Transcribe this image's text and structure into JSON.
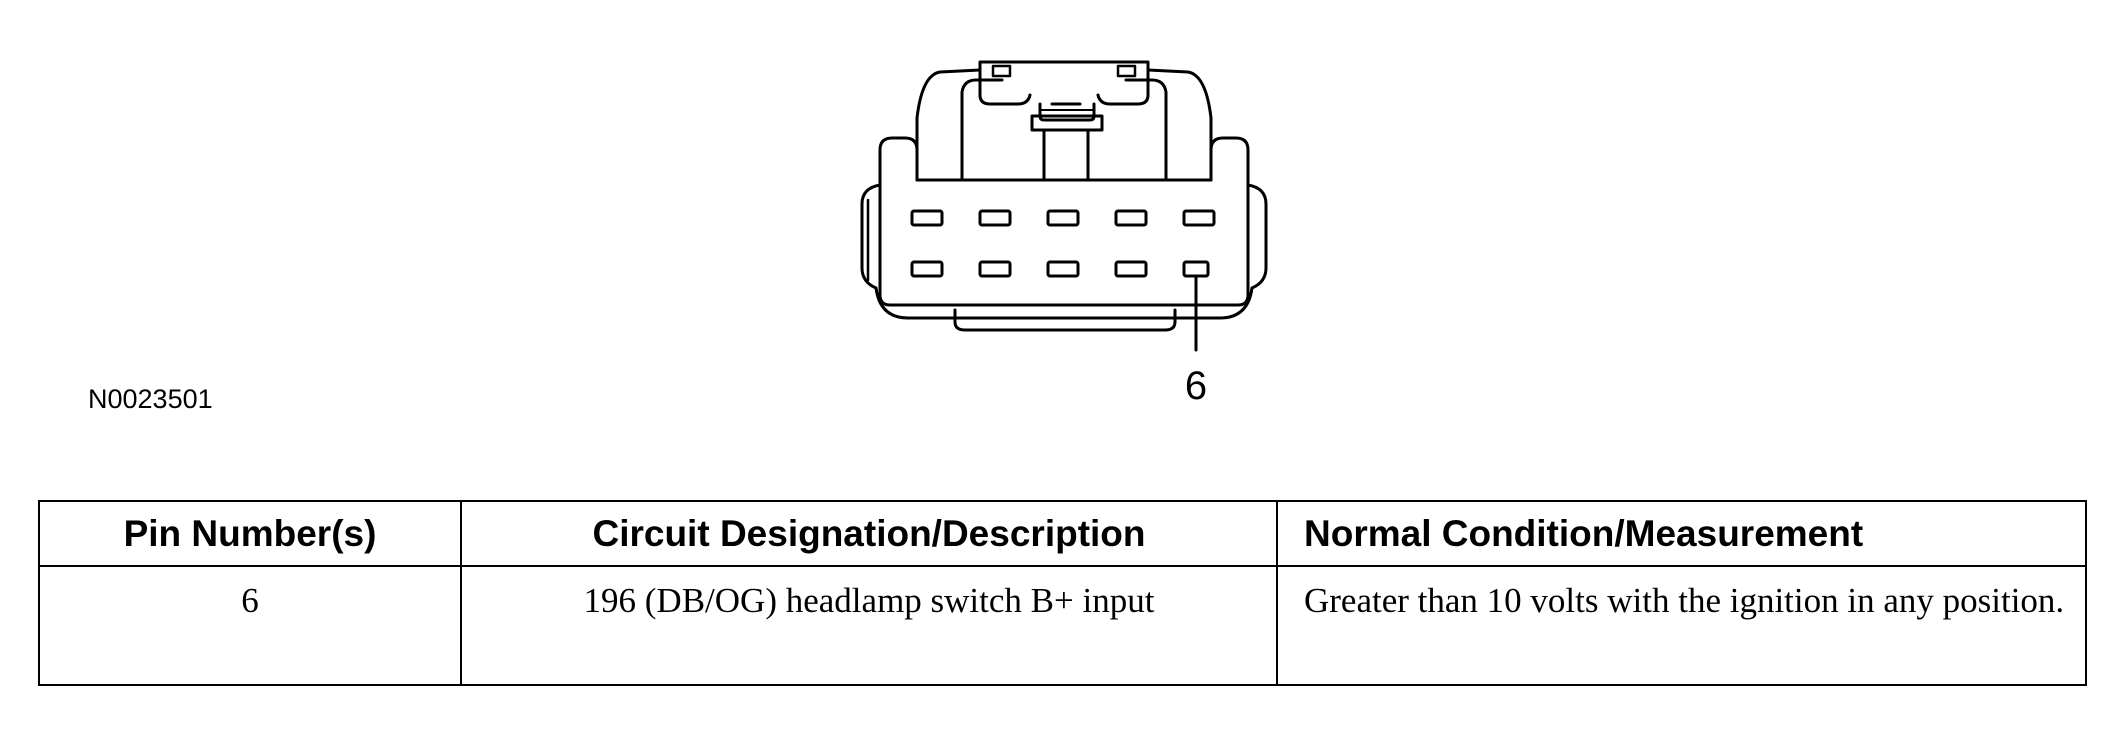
{
  "figure": {
    "id": "N0023501",
    "pin_callout": "6"
  },
  "table": {
    "headers": [
      "Pin Number(s)",
      "Circuit Designation/Description",
      "Normal Condition/Measurement"
    ],
    "rows": [
      [
        "6",
        "196 (DB/OG) headlamp switch B+ input",
        "Greater than 10 volts with the ignition in any position."
      ]
    ]
  }
}
